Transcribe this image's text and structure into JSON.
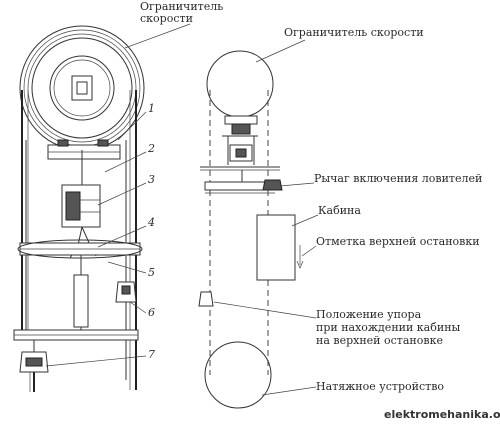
{
  "left_diagram": {
    "title_line1": "Ограничитель",
    "title_line2": "скорости",
    "numbers": [
      "1",
      "2",
      "3",
      "4",
      "5",
      "6",
      "7"
    ]
  },
  "right_diagram": {
    "governor_label": "Ограничитель скорости",
    "lever_label": "Рычаг включения ловителей",
    "cabin_label": "Кабина",
    "top_stop_mark_label": "Отметка верхней остановки",
    "stop_position_line1": "Положение упора",
    "stop_position_line2": "при нахождении кабины",
    "stop_position_line3": "на верхней остановке",
    "tension_device_label": "Натяжное устройство"
  },
  "watermark": "elektromehanika.org"
}
